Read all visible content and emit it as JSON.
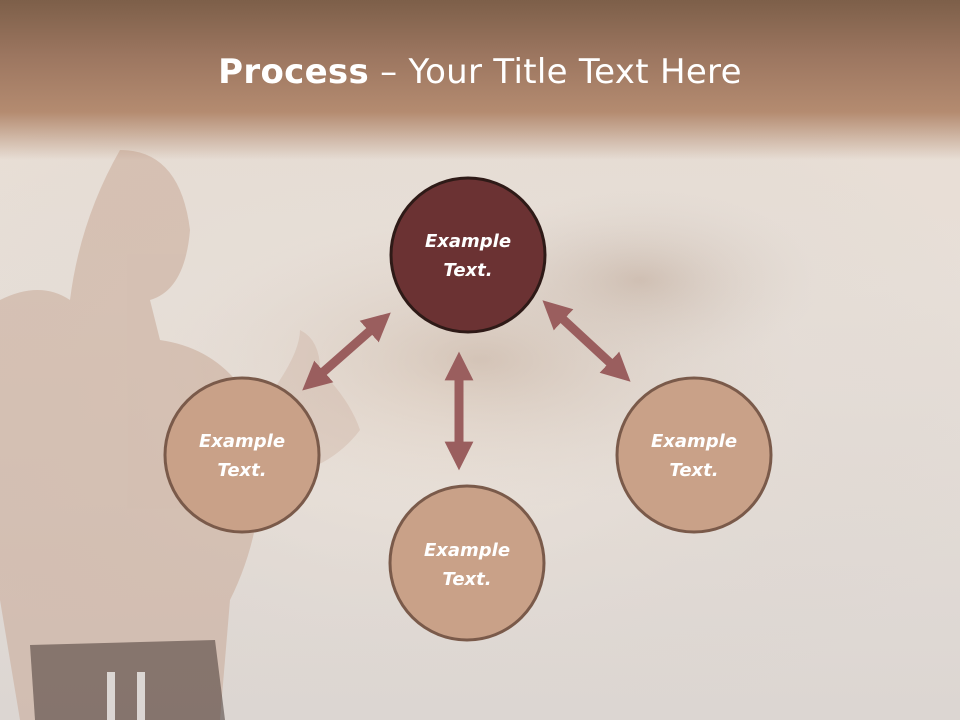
{
  "title": {
    "bold": "Process",
    "separator": " – ",
    "rest": "Your Title Text Here"
  },
  "nodes": [
    {
      "id": "top",
      "line1": "Example",
      "line2": "Text."
    },
    {
      "id": "left",
      "line1": "Example",
      "line2": "Text."
    },
    {
      "id": "bottom",
      "line1": "Example",
      "line2": "Text."
    },
    {
      "id": "right",
      "line1": "Example",
      "line2": "Text."
    }
  ],
  "colors": {
    "center_node_fill": "#6b3233",
    "node_fill": "#c9a188",
    "node_stroke": "#7a5a4a",
    "arrow": "#9a5e5e",
    "title_text": "#ffffff"
  }
}
